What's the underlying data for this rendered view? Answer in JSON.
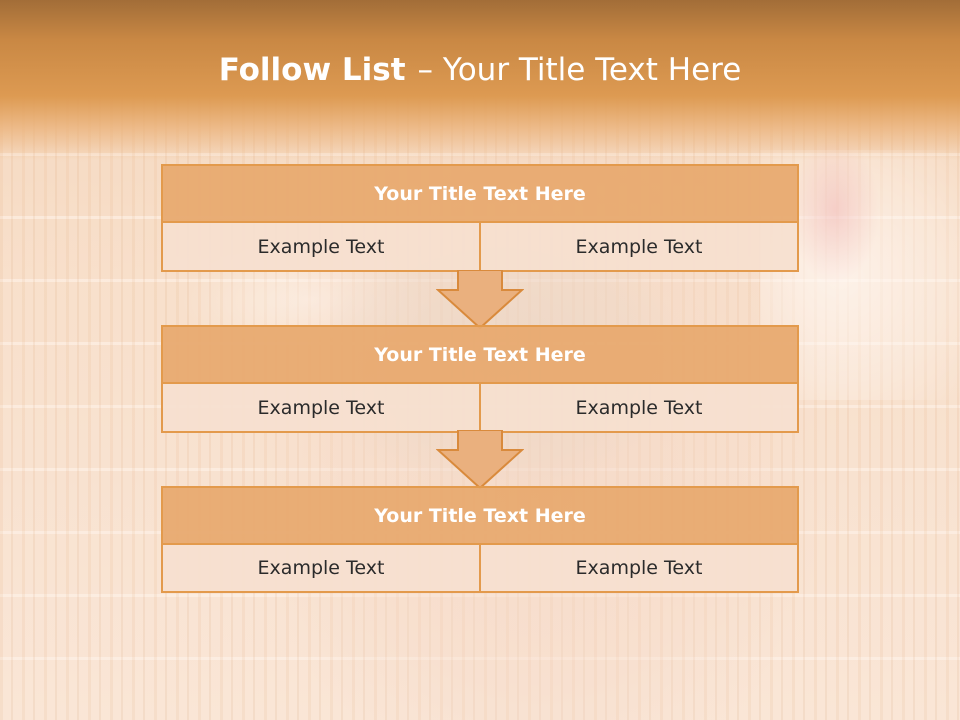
{
  "slide": {
    "title_bold": "Follow List",
    "title_rest": "– Your Title Text Here"
  },
  "steps": [
    {
      "title": "Your Title Text Here",
      "left": "Example Text",
      "right": "Example Text"
    },
    {
      "title": "Your Title Text Here",
      "left": "Example Text",
      "right": "Example Text"
    },
    {
      "title": "Your Title Text Here",
      "left": "Example Text",
      "right": "Example Text"
    }
  ],
  "colors": {
    "header": "#dd9a52",
    "box_title_fill": "#e8aa70",
    "box_border": "#e39a4c",
    "cell_fill": "#f6e0d0",
    "arrow_fill": "#eab07e"
  },
  "icons": {
    "connector": "down-arrow-icon"
  }
}
